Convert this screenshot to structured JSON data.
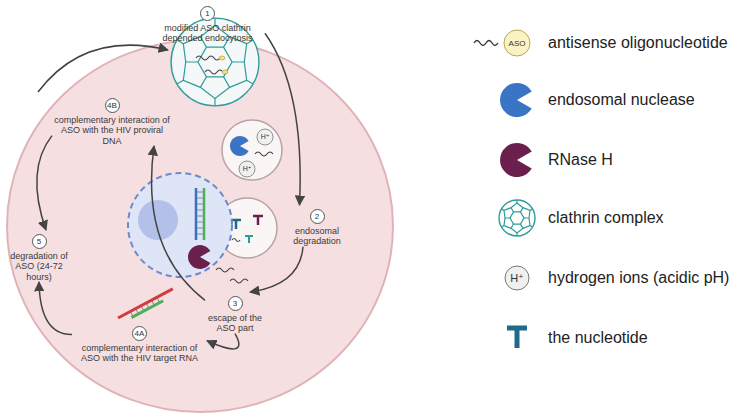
{
  "diagram": {
    "nodes": [
      {
        "text": [
          "1",
          "modified ASO clathrin depended endocytosis"
        ]
      },
      {
        "text": [
          "2",
          "endosomal degradation"
        ]
      },
      {
        "text": [
          "3",
          "escape of the ASO part"
        ]
      },
      {
        "text": [
          "4A",
          "complementary interaction of ASO with the HIV target RNA"
        ]
      },
      {
        "text": [
          "4B",
          "complementary interaction of ASO with the HIV proviral DNA"
        ]
      },
      {
        "text": [
          "5",
          "degradation of ASO (24-72 hours)"
        ]
      }
    ],
    "edges": [
      {
        "from": 0,
        "to": 1,
        "arrow": "to"
      },
      {
        "from": 1,
        "to": 2,
        "arrow": "to"
      },
      {
        "from": 2,
        "to": 3,
        "arrow": "to"
      },
      {
        "from": 2,
        "to": 4,
        "arrow": "to"
      },
      {
        "from": 3,
        "to": 5,
        "arrow": "to"
      },
      {
        "from": 4,
        "to": 5,
        "arrow": "to"
      }
    ],
    "labels": [
      "H⁺",
      "H⁺",
      "ASO",
      "H⁺"
    ],
    "legend": [
      {
        "text": "antisense oligonucleotide"
      },
      {
        "text": "endosomal nuclease"
      },
      {
        "text": "RNase H"
      },
      {
        "text": "clathrin complex"
      },
      {
        "text": "hydrogen ions (acidic pH)"
      },
      {
        "text": "the nucleotide"
      }
    ]
  }
}
